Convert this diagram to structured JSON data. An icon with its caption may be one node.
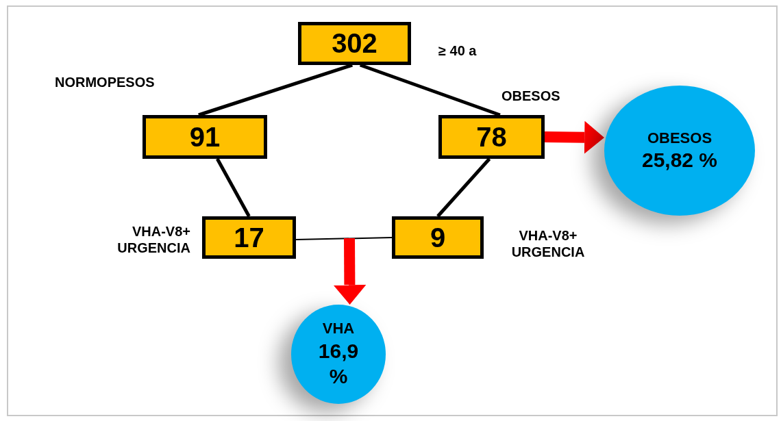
{
  "diagram": {
    "nodes": [
      {
        "text": [
          "302"
        ],
        "beside": [
          "≥ 40 a"
        ]
      },
      {
        "text": [
          "91"
        ]
      },
      {
        "text": [
          "78"
        ]
      },
      {
        "text": [
          "17"
        ],
        "beside": [
          "VHA-V8+ URGENCIA"
        ]
      },
      {
        "text": [
          "9"
        ],
        "beside": [
          "VHA-V8+ URGENCIA"
        ]
      },
      {
        "text": [
          "OBESOS",
          "25,82 %"
        ]
      },
      {
        "text": [
          "VHA",
          "16,9 %"
        ]
      }
    ],
    "edges": [
      {
        "from": 0,
        "to": 1,
        "arrow": "none"
      },
      {
        "from": 0,
        "to": 2,
        "arrow": "none"
      },
      {
        "from": 1,
        "to": 3,
        "arrow": "none"
      },
      {
        "from": 2,
        "to": 4,
        "arrow": "none"
      },
      {
        "from": 3,
        "to": 4,
        "arrow": "none"
      },
      {
        "from": 2,
        "to": 5,
        "arrow": "to",
        "style": "thick",
        "color": "#ff0000"
      },
      {
        "from": null,
        "to": 6,
        "arrow": "to",
        "style": "thick",
        "color": "#ff0000"
      }
    ],
    "labels": [
      "NORMOPESOS",
      "OBESOS"
    ]
  }
}
